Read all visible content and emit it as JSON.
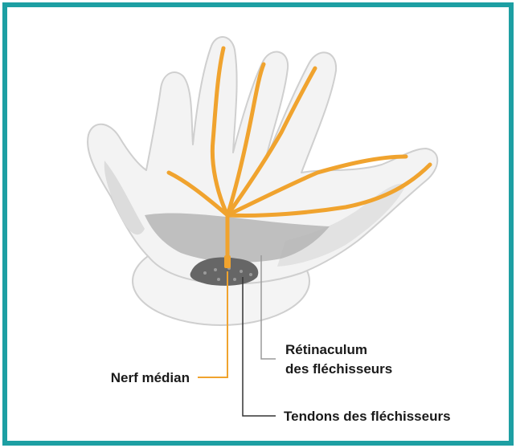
{
  "labels": {
    "median_nerve": "Nerf médian",
    "retinaculum_line1": "Rétinaculum",
    "retinaculum_line2": "des fléchisseurs",
    "tendons": "Tendons des fléchisseurs"
  },
  "colors": {
    "frame": "#1d9fa3",
    "nerve": "#f0a32e",
    "hand_fill": "#f3f3f3",
    "hand_outline": "#cfcfcf",
    "shadow": "#dcdcdc",
    "retinaculum": "#b5b5b5",
    "tendons": "#666666",
    "leader_gray": "#9a9a9a",
    "leader_dark": "#333333"
  }
}
